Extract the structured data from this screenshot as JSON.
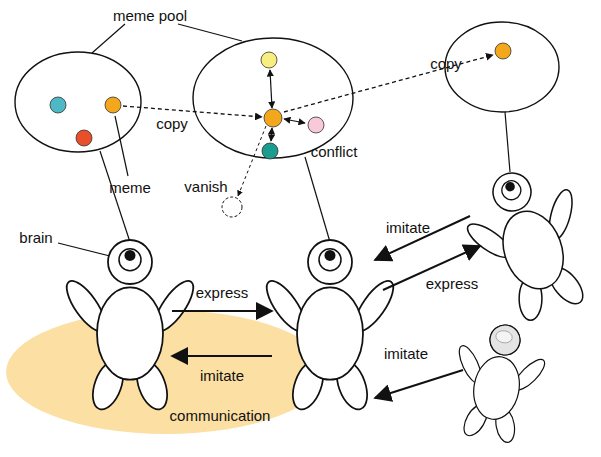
{
  "diagram": {
    "nodes": [
      {
        "text": [
          "communication"
        ]
      }
    ],
    "labels": [
      "meme pool",
      "copy",
      "meme",
      "conflict",
      "vanish",
      "copy",
      "brain",
      "express",
      "imitate",
      "imitate",
      "express",
      "imitate"
    ]
  }
}
